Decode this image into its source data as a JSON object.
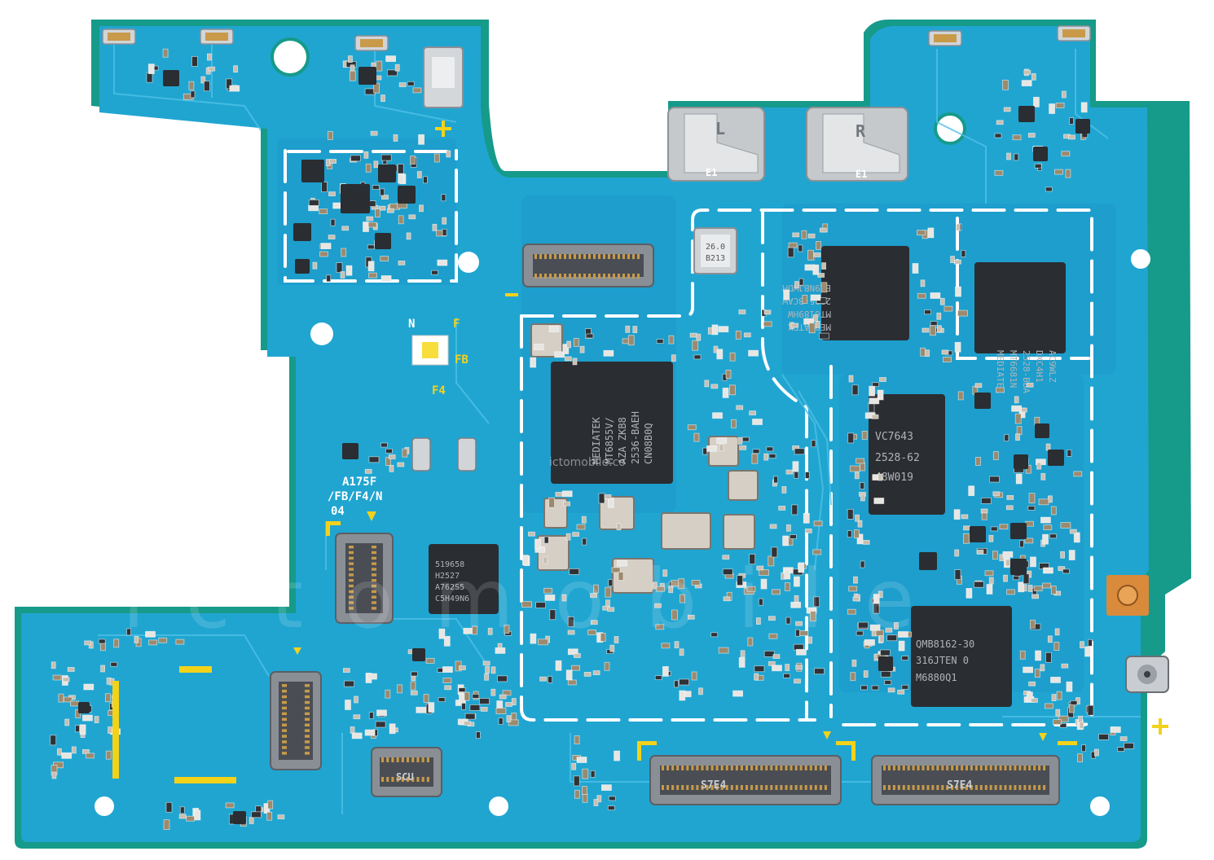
{
  "colors": {
    "board": "#20a5d1",
    "board_dark": "#1a8fbd",
    "edge": "#169a8a",
    "silk_white": "#ffffff",
    "silk_yellow": "#f3d21a",
    "chip_body": "#2a2d31",
    "shield": "#b8bcc0",
    "gold": "#c89a4a"
  },
  "watermark": {
    "big": "ictomobile",
    "small": "ictomobile.co"
  },
  "marks": {
    "led_n": "N",
    "led_f": "F",
    "led_fb": "FB",
    "led_f4": "F4",
    "model1": "A175F",
    "model2": "/FB/F4/N",
    "model3": "04",
    "batt_left": "L",
    "batt_right": "R",
    "e1_left": "E1",
    "e1_right": "E1",
    "conn_s7e4_a": "S7E4",
    "conn_s7e4_b": "S7E4",
    "conn_scu": "SCU"
  },
  "chips": {
    "mediatek_cpu": [
      "MEDIATEK",
      "MT6855V/",
      "AZA ZKB8",
      "2536-BAEH",
      "CN08B0Q"
    ],
    "vc7643": [
      "VC7643",
      "2528-62",
      "48W019"
    ],
    "qmb8162": [
      "QMB8162-30",
      "316JTEN 0",
      "M6880Q1"
    ],
    "pmic_small": [
      "519658",
      "H2527",
      "A762S5",
      "C5H49N6"
    ],
    "mediatek_tr1": [
      "MEDIATEK",
      "MT6189HW",
      "2525-BCAW",
      "ER9NBJWDM"
    ],
    "mediatek_tr2": [
      "MEDIATEK",
      "MT6681N",
      "2528-BBA",
      "DXC4H1",
      "AC9WLZ"
    ],
    "osc": [
      "26.0",
      "B213"
    ]
  }
}
